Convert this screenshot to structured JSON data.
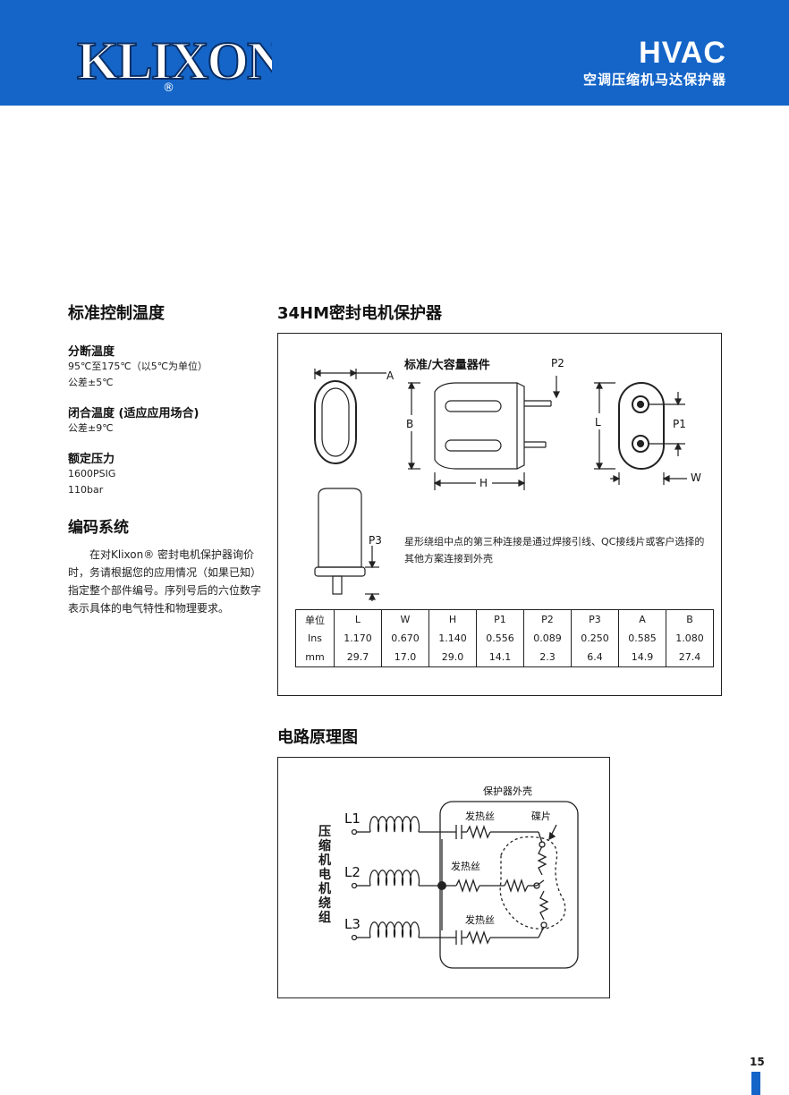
{
  "header": {
    "brand": "KLIXON",
    "registered": "®",
    "title": "HVAC",
    "subtitle": "空调压缩机马达保护器"
  },
  "left": {
    "temp_title": "标准控制温度",
    "break_title": "分断温度",
    "break_range": "95℃至175℃（以5℃为单位）",
    "break_tol": "公差±5℃",
    "close_title": "闭合温度 (适应应用场合)",
    "close_tol": "公差±9℃",
    "pressure_title": "额定压力",
    "pressure_psig": "1600PSIG",
    "pressure_bar": "110bar",
    "coding_title": "编码系统",
    "coding_text": "在对Klixon® 密封电机保护器询价时，务请根据您的应用情况（如果已知）指定整个部件编号。序列号后的六位数字表示具体的电气特性和物理要求。"
  },
  "product": {
    "title": "34HM密封电机保护器",
    "part_label": "标准/大容量器件",
    "dims": {
      "A": "A",
      "B": "B",
      "H": "H",
      "L": "L",
      "W": "W",
      "P1": "P1",
      "P2": "P2",
      "P3": "P3"
    },
    "note": "星形绕组中点的第三种连接是通过焊接引线、QC接线片或客户选择的其他方案连接到外壳"
  },
  "spec_table": {
    "headers": [
      "单位",
      "L",
      "W",
      "H",
      "P1",
      "P2",
      "P3",
      "A",
      "B"
    ],
    "rows": [
      [
        "Ins",
        "1.170",
        "0.670",
        "1.140",
        "0.556",
        "0.089",
        "0.250",
        "0.585",
        "1.080"
      ],
      [
        "mm",
        "29.7",
        "17.0",
        "29.0",
        "14.1",
        "2.3",
        "6.4",
        "14.9",
        "27.4"
      ]
    ]
  },
  "circuit": {
    "title": "电路原理图",
    "shell_label": "保护器外壳",
    "heater1": "发热丝",
    "heater2": "发热丝",
    "heater3": "发热丝",
    "disc_label": "碟片",
    "L1": "L1",
    "L2": "L2",
    "L3": "L3",
    "winding_label": [
      "压",
      "缩",
      "机",
      "电",
      "机",
      "绕",
      "组"
    ]
  },
  "page": {
    "number": "15"
  },
  "colors": {
    "header_blue": "#1565c8"
  }
}
